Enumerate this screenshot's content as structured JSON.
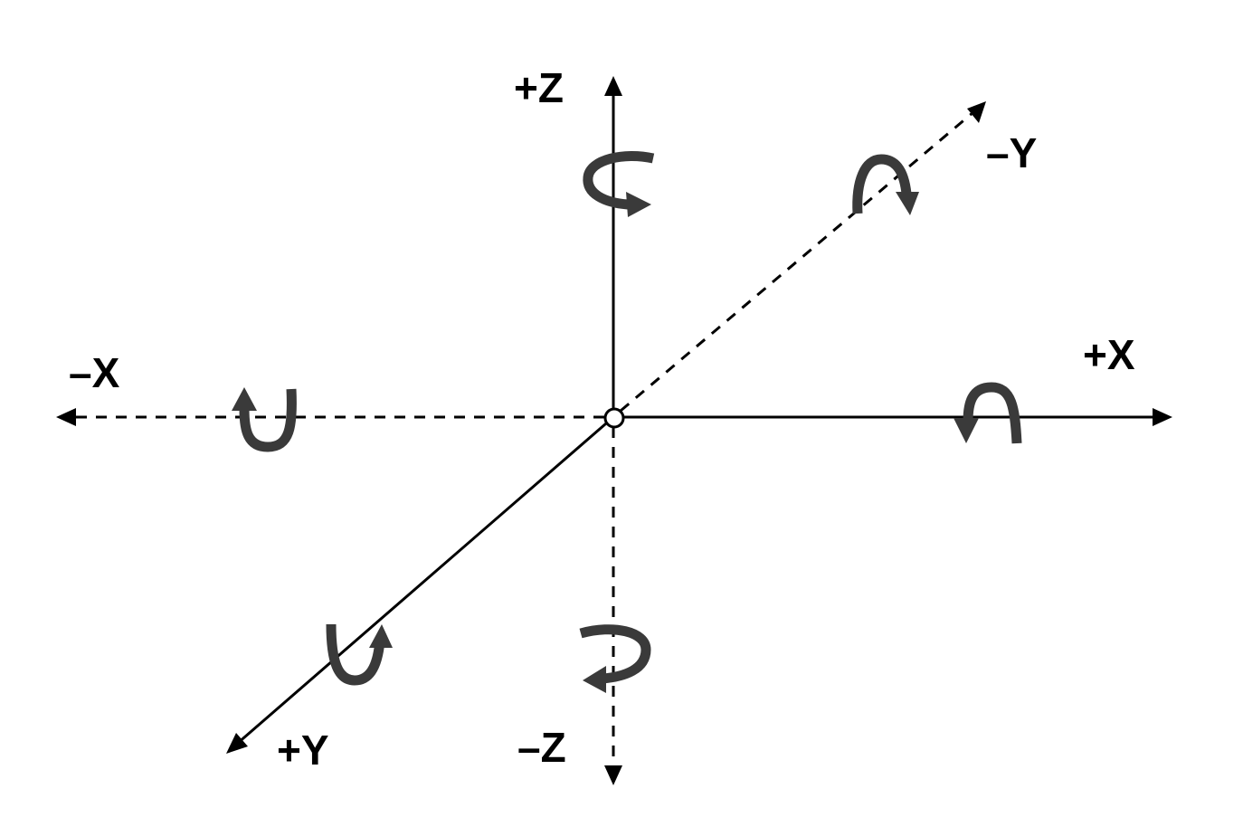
{
  "labels": {
    "pos_z": "+Z",
    "neg_z": "–Z",
    "pos_x": "+X",
    "neg_x": "–X",
    "pos_y": "+Y",
    "neg_y": "–Y"
  },
  "colors": {
    "line": "#000000",
    "rotation_arrow": "#3a3a3a",
    "background": "#ffffff"
  },
  "icons": {
    "rotation": "curved-rotation-arrow-icon",
    "origin": "origin-circle"
  }
}
